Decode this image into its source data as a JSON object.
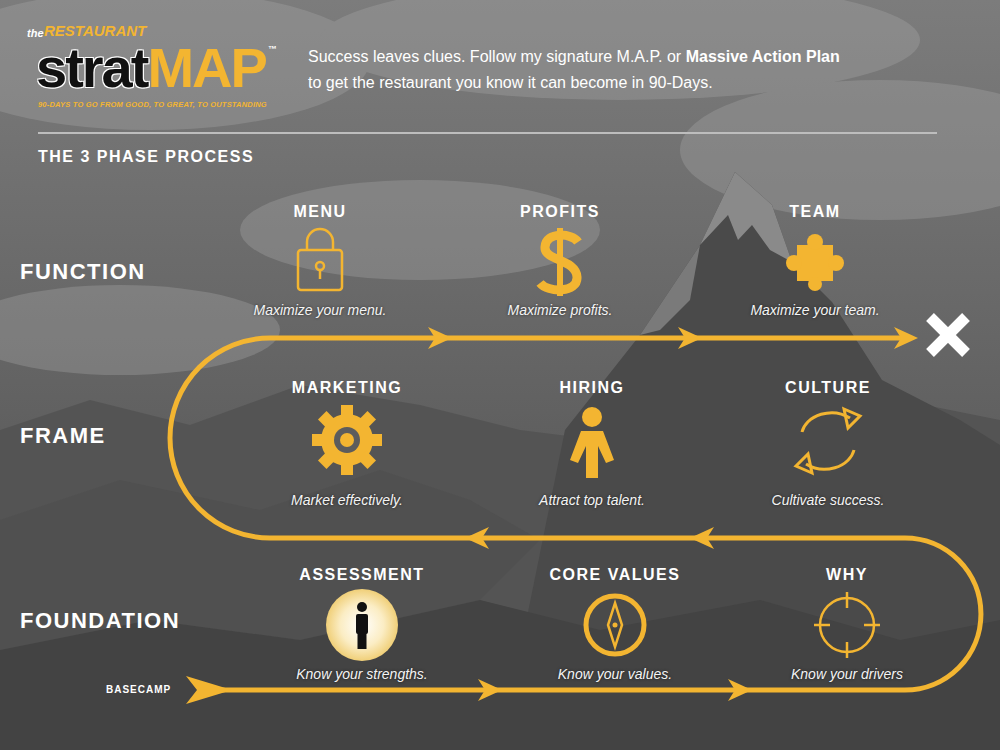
{
  "diagram": {
    "nodes": [
      {
        "text": [
          "MENU",
          "Maximize your menu."
        ]
      },
      {
        "text": [
          "PROFITS",
          "Maximize profits."
        ]
      },
      {
        "text": [
          "TEAM",
          "Maximize your team."
        ]
      },
      {
        "text": [
          "MARKETING",
          "Market effectively."
        ]
      },
      {
        "text": [
          "HIRING",
          "Attract top talent."
        ]
      },
      {
        "text": [
          "CULTURE",
          "Cultivate success."
        ]
      },
      {
        "text": [
          "ASSESSMENT",
          "Know your strengths."
        ]
      },
      {
        "text": [
          "CORE VALUES",
          "Know your values."
        ]
      },
      {
        "text": [
          "WHY",
          "Know your drivers"
        ]
      }
    ],
    "labels": [
      "the",
      "RESTAURANT",
      "strat",
      "MAP",
      "™",
      "90-DAYS TO GO FROM GOOD, TO GREAT, TO OUTSTANDING",
      "Success leaves clues. Follow my signature M.A.P. or",
      "Massive Action Plan",
      "to get the restaurant you know it can become in 90-Days.",
      "THE 3 PHASE PROCESS",
      "FUNCTION",
      "FRAME",
      "FOUNDATION",
      "BASECAMP"
    ]
  }
}
